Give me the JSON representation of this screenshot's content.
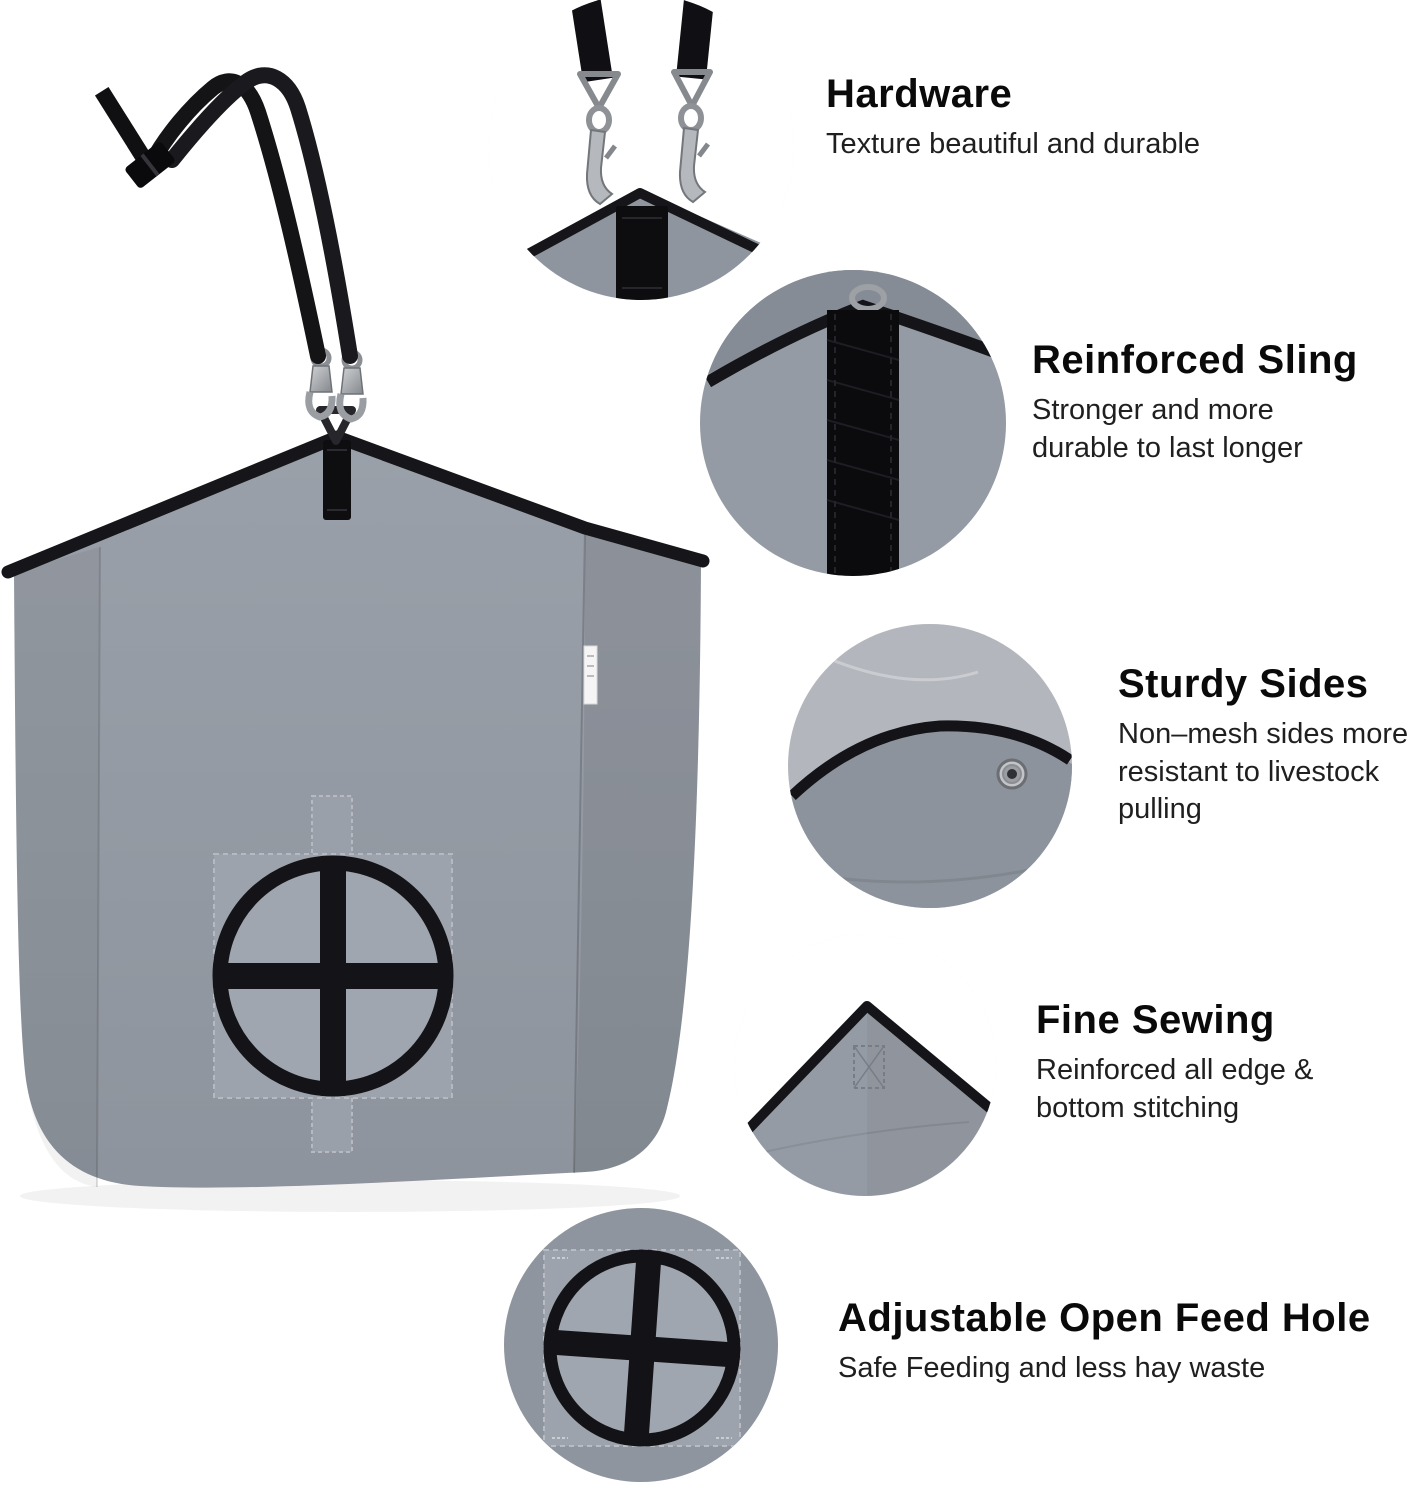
{
  "page": {
    "background": "#ffffff"
  },
  "product": {
    "label": "hay-feeder-tote-bag",
    "colors": {
      "bag_gray": "#949aa3",
      "patch_gray": "#9aa0a9",
      "trim_black": "#16161a",
      "strap_black": "#17171a",
      "metal_silver": "#b5b8bd",
      "text_black": "#111111"
    }
  },
  "features": [
    {
      "title": "Hardware",
      "desc": "Texture beautiful and durable"
    },
    {
      "title": "Reinforced Sling",
      "desc": "Stronger and more\ndurable to last longer"
    },
    {
      "title": "Sturdy Sides",
      "desc": "Non–mesh sides more\nresistant to livestock\npulling"
    },
    {
      "title": "Fine Sewing",
      "desc": "Reinforced all edge &\nbottom stitching"
    },
    {
      "title": "Adjustable Open Feed Hole",
      "desc": "Safe Feeding and less hay waste"
    }
  ]
}
